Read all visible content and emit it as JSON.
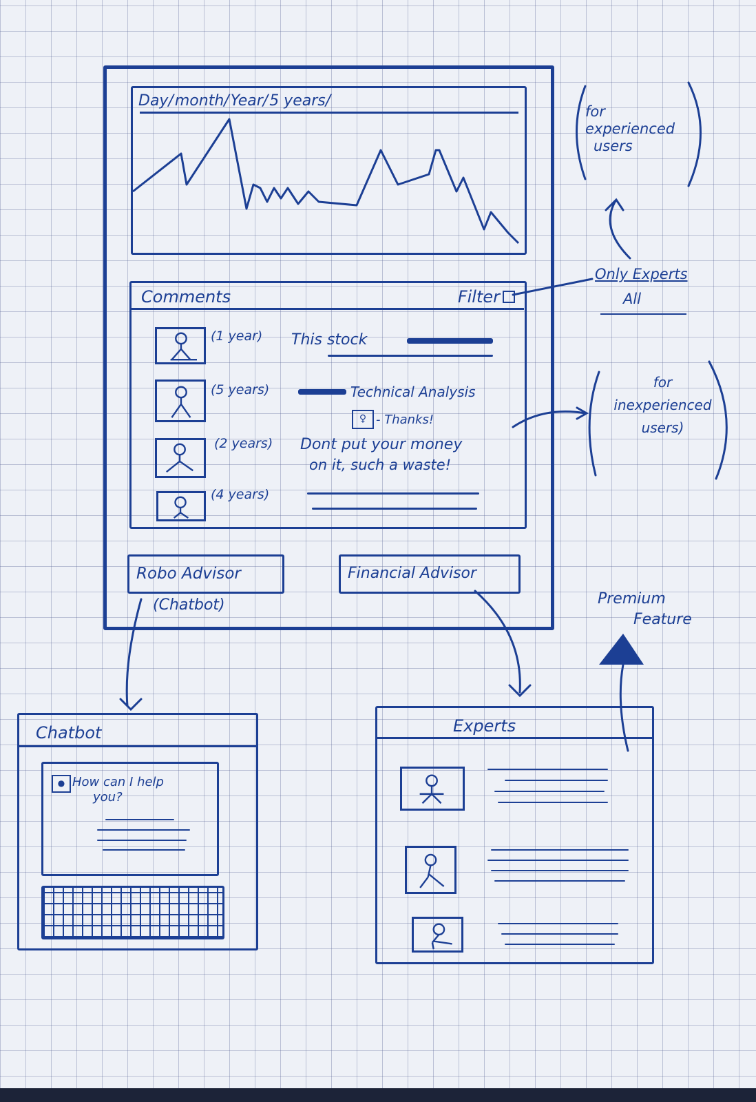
{
  "main_screen": {
    "chart": {
      "tabs": [
        "Day/",
        "month/",
        "Year/",
        "5 years/"
      ]
    },
    "comments": {
      "title": "Comments",
      "filter_label": "Filter",
      "items": [
        {
          "experience": "(1 year)",
          "text": "This stock"
        },
        {
          "experience": "(5 years)",
          "text": "Technical Analysis",
          "reply": "- Thanks!"
        },
        {
          "experience": "(2 years)",
          "text": "Dont put your money",
          "text2": "on it, such a waste!"
        },
        {
          "experience": "(4 years)",
          "text": ""
        }
      ]
    },
    "buttons": {
      "robo_advisor": "Robo Advisor",
      "robo_advisor_note": "(Chatbot)",
      "financial_advisor": "Financial Advisor"
    }
  },
  "annotations": {
    "filter_options": [
      "Only Experts",
      "All"
    ],
    "experienced": [
      "for",
      "experienced",
      "users"
    ],
    "inexperienced": [
      "for",
      "inexperienced",
      "users)"
    ],
    "premium": [
      "Premium",
      "Feature"
    ]
  },
  "chatbot": {
    "title": "Chatbot",
    "greeting_line1": "How can I help",
    "greeting_line2": "you?"
  },
  "experts": {
    "title": "Experts",
    "count": 3
  },
  "colors": {
    "ink": "#1c3f94",
    "paper": "#eef1f7"
  }
}
